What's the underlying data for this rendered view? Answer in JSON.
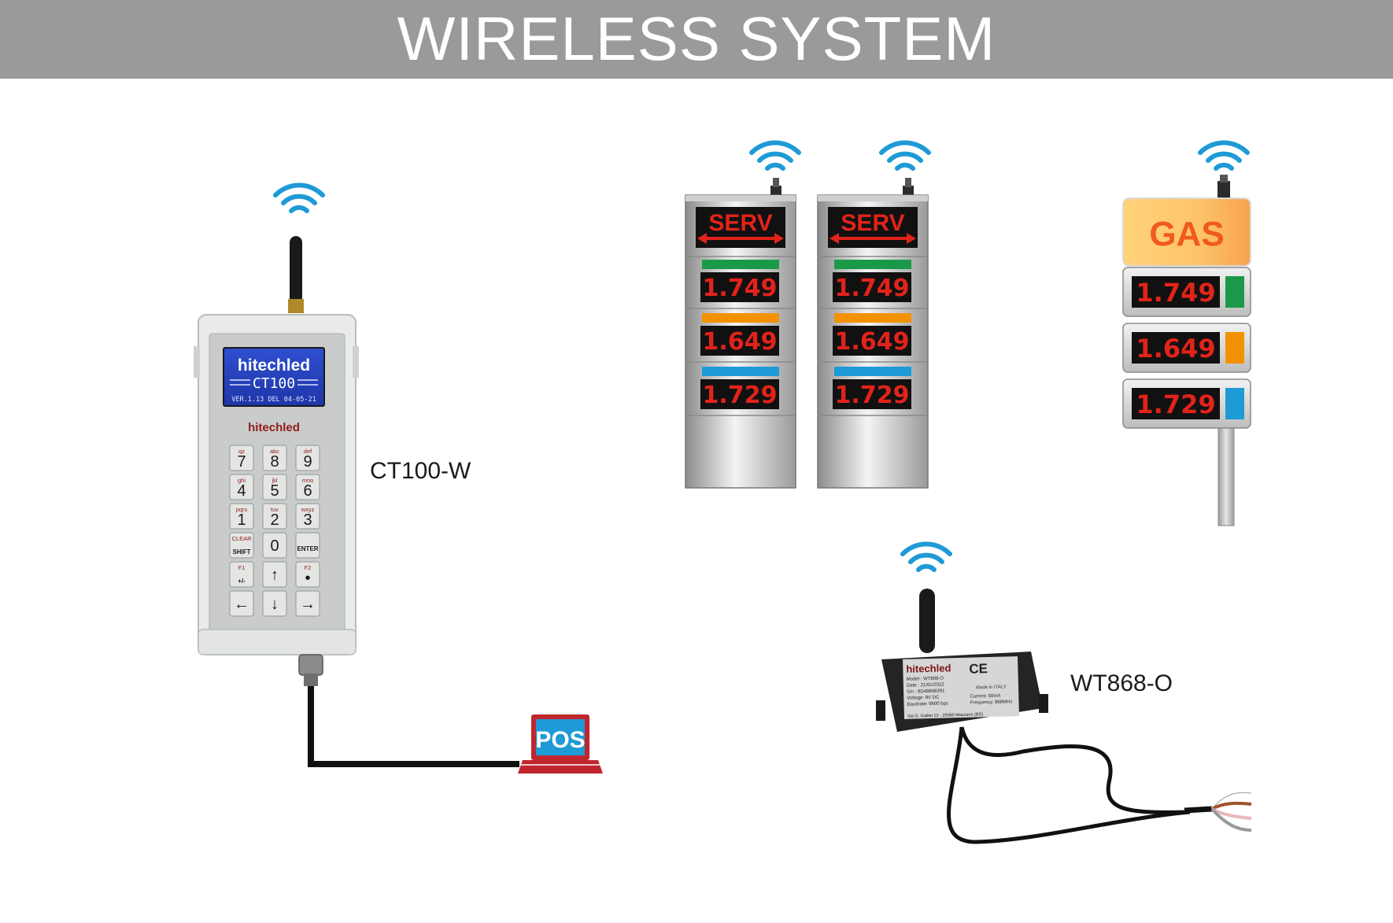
{
  "header": {
    "title": "WIRELESS SYSTEM"
  },
  "keypad": {
    "label": "CT100-W",
    "screen": {
      "brand": "hitechled",
      "model": "CT100",
      "version": "VER.1.13 DEL 04-05-21"
    },
    "brand": "hitechled",
    "keys": [
      {
        "sub": "qz",
        "main": "7"
      },
      {
        "sub": "abc",
        "main": "8"
      },
      {
        "sub": "def",
        "main": "9"
      },
      {
        "sub": "ghi",
        "main": "4"
      },
      {
        "sub": "jkl",
        "main": "5"
      },
      {
        "sub": "mno",
        "main": "6"
      },
      {
        "sub": "pqrs",
        "main": "1"
      },
      {
        "sub": "tuv",
        "main": "2"
      },
      {
        "sub": "wxyz",
        "main": "3"
      },
      {
        "sub": "CLEAR",
        "main": "SHIFT"
      },
      {
        "sub": "",
        "main": "0"
      },
      {
        "sub": "",
        "main": "ENTER"
      },
      {
        "sub": "F1",
        "main": "+/-"
      },
      {
        "sub": "",
        "main": "↑"
      },
      {
        "sub": "F2",
        "main": "•"
      },
      {
        "sub": "",
        "main": "←"
      },
      {
        "sub": "",
        "main": "↓"
      },
      {
        "sub": "",
        "main": "→"
      }
    ]
  },
  "pos": {
    "label": "POS"
  },
  "totems": [
    {
      "header": "SERV",
      "prices": [
        {
          "value": "1.749",
          "color": "#1a9a48"
        },
        {
          "value": "1.649",
          "color": "#f39200"
        },
        {
          "value": "1.729",
          "color": "#1e9ad6"
        }
      ]
    },
    {
      "header": "SERV",
      "prices": [
        {
          "value": "1.749",
          "color": "#1a9a48"
        },
        {
          "value": "1.649",
          "color": "#f39200"
        },
        {
          "value": "1.729",
          "color": "#1e9ad6"
        }
      ]
    }
  ],
  "gas_sign": {
    "header": "GAS",
    "prices": [
      {
        "value": "1.749",
        "color": "#1a9a48"
      },
      {
        "value": "1.649",
        "color": "#f39200"
      },
      {
        "value": "1.729",
        "color": "#1e9ad6"
      }
    ]
  },
  "receiver": {
    "label": "WT868-O",
    "brand": "hitechled",
    "made_in": "Made in ITALY",
    "spec_lines": [
      "Model : WT868-O",
      "Date : 21/01/2022",
      "S/n : 8D49808391",
      "Voltage: 9V   DC",
      "Baudrate: 9600 bps",
      "Current: 50mA",
      "Frequency: 868MHz"
    ],
    "address": "Via G. Galilei 12 - 25080 Mazzano (BS)"
  },
  "colors": {
    "wifi": "#1e9ad6",
    "led_red": "#e2231a",
    "accent_red": "#c0262d",
    "pos_blue": "#1e9ad6"
  },
  "icons": [
    "wifi-icon",
    "antenna-icon",
    "laptop-icon",
    "cable-icon"
  ]
}
